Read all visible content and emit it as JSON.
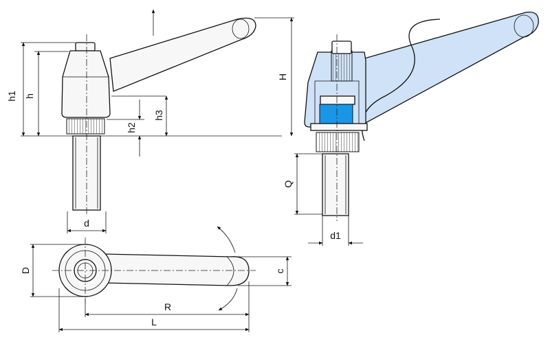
{
  "dimensions": {
    "h1": "h1",
    "h": "h",
    "h2": "h2",
    "h3": "h3",
    "H": "H",
    "d": "d",
    "Q": "Q",
    "d1": "d1",
    "D": "D",
    "c": "c",
    "R": "R",
    "L": "L"
  },
  "colors": {
    "section_light_blue": "#cfe2f7",
    "section_blue": "#1a96e6",
    "line": "#111111"
  }
}
